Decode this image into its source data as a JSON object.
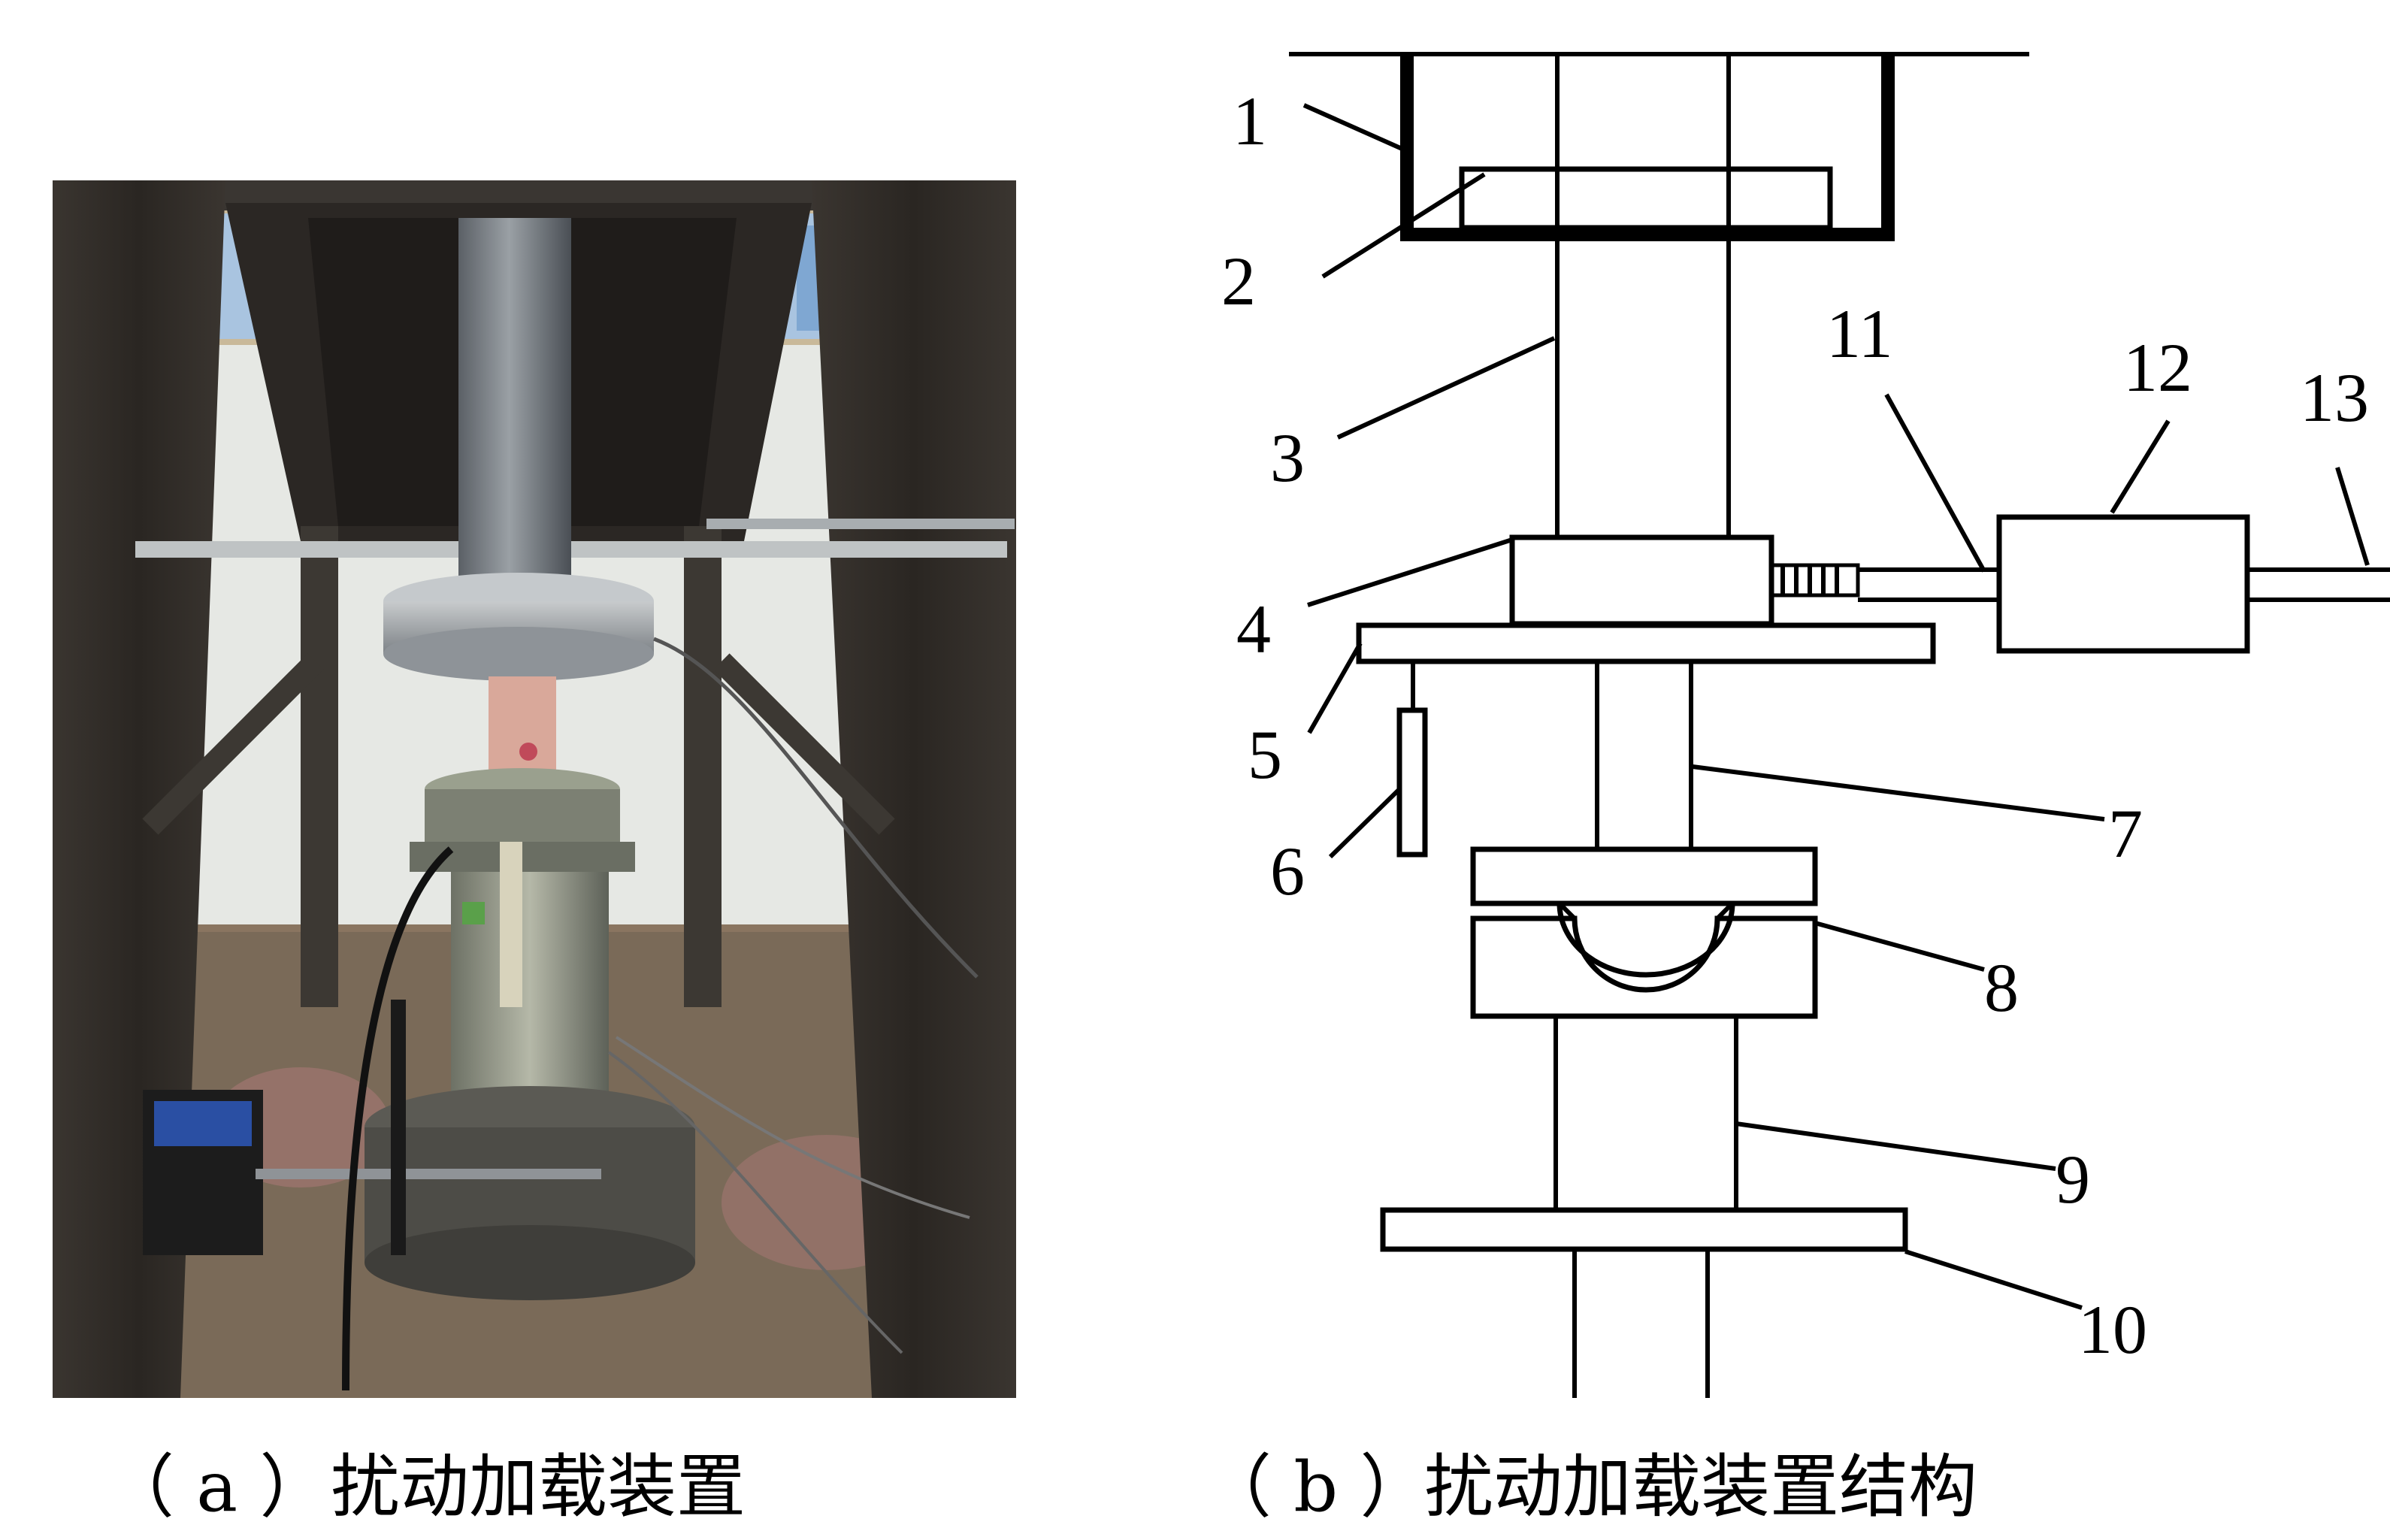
{
  "panel_a": {
    "caption_tag": "（ a ）",
    "caption_text": "扰动加载装置"
  },
  "panel_b": {
    "caption_tag": "（ b ）",
    "caption_text": "扰动加载装置结构",
    "labels": [
      "1",
      "2",
      "3",
      "4",
      "5",
      "6",
      "7",
      "8",
      "9",
      "10",
      "11",
      "12",
      "13"
    ]
  },
  "colors": {
    "frame_dark": "#2e2a26",
    "steel": "#8a8f94",
    "specimen": "#d9a89a",
    "blue_box": "#2a4fa3",
    "floor": "#8a7560"
  }
}
